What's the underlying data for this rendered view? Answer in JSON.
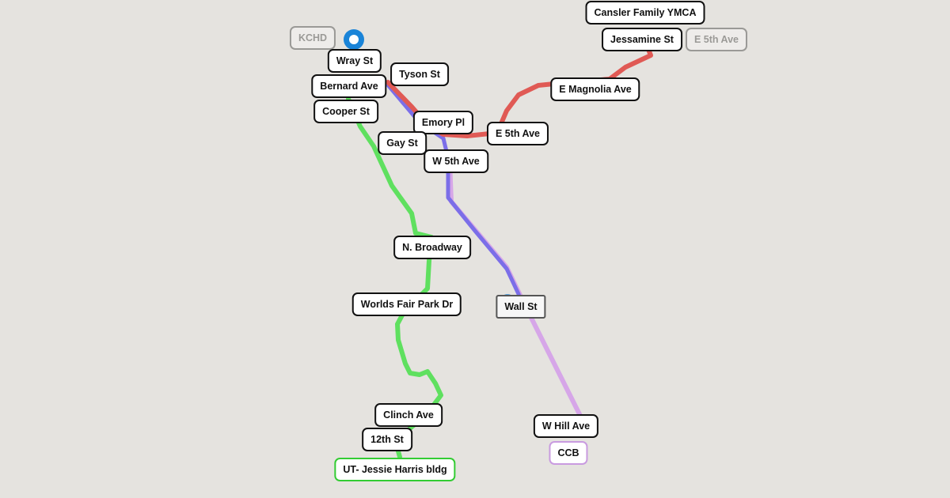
{
  "routes": [
    {
      "name": "green-route",
      "color": "#5fe05f"
    },
    {
      "name": "red-route",
      "color": "#e05a55"
    },
    {
      "name": "blue-route",
      "color": "#7b6ee8"
    },
    {
      "name": "lavender-route",
      "color": "#d6a6e8"
    }
  ],
  "markers": [
    {
      "name": "KCHD",
      "icon": "map-pin-icon",
      "color": "#1a84d8"
    },
    {
      "name": "Wall St",
      "icon": "map-pin-icon",
      "color": "#1a84d8"
    }
  ],
  "labels": {
    "kchd": "KCHD",
    "tyson": "Tyson St",
    "wray": "Wray St",
    "bernard": "Bernard Ave",
    "cooper": "Cooper St",
    "emory": "Emory Pl",
    "e5th": "E 5th Ave",
    "gay": "Gay St",
    "w5th": "W 5th Ave",
    "cansler": "Cansler Family YMCA",
    "e5th_2": "E 5th Ave",
    "jessamine": "Jessamine St",
    "magnolia": "E Magnolia Ave",
    "broadway": "N. Broadway",
    "worldsfair": "Worlds Fair Park Dr",
    "wall": "Wall St",
    "clinch": "Clinch Ave",
    "twelfth": "12th St",
    "utjh": "UT- Jessie Harris bldg",
    "whill": "W Hill Ave",
    "ccb": "CCB"
  }
}
